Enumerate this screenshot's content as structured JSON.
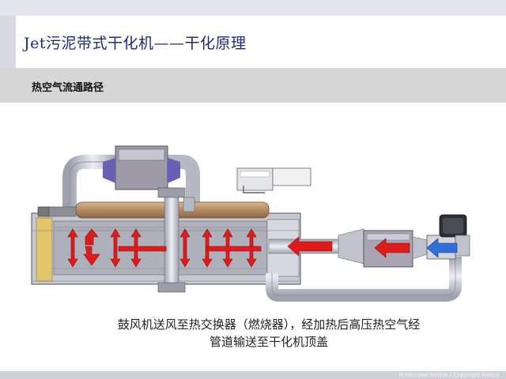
{
  "slide": {
    "title": "Jet污泥带式干化机——干化原理",
    "subtitle": "热空气流通路径",
    "caption_line1": "鼓风机送风至热交换器（燃烧器），经加热后高压热空气经",
    "caption_line2": "管道输送至干化机顶盖",
    "watermark": "Production Notice / Copyright Notice"
  },
  "colors": {
    "title": "#1f2a7a",
    "hot_air_arrow": "#e01b1b",
    "cold_air_arrow": "#2f6fd8",
    "duct": "#c9ccd6",
    "hood": "#b38a63",
    "exchanger": "#a9a4b4"
  }
}
